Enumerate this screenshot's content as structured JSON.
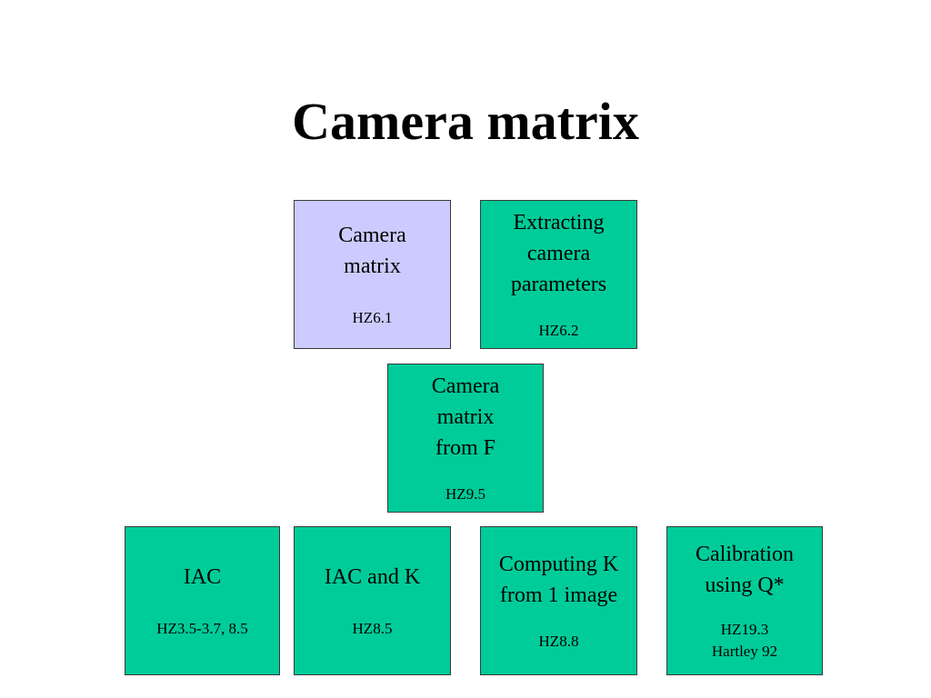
{
  "title": "Camera matrix",
  "colors": {
    "highlight": "#cccbff",
    "node": "#00cc99",
    "border": "#3a3a3a"
  },
  "nodes": [
    {
      "label": "Camera\nmatrix",
      "ref": "HZ6.1",
      "highlighted": true
    },
    {
      "label": "Extracting\ncamera\nparameters",
      "ref": "HZ6.2",
      "highlighted": false
    },
    {
      "label": "Camera\nmatrix\nfrom F",
      "ref": "HZ9.5",
      "highlighted": false
    },
    {
      "label": "IAC",
      "ref": "HZ3.5-3.7, 8.5",
      "highlighted": false
    },
    {
      "label": "IAC and K",
      "ref": "HZ8.5",
      "highlighted": false
    },
    {
      "label": "Computing K\nfrom 1 image",
      "ref": "HZ8.8",
      "highlighted": false
    },
    {
      "label": "Calibration\nusing Q*",
      "ref": "HZ19.3\nHartley 92",
      "highlighted": false
    }
  ]
}
